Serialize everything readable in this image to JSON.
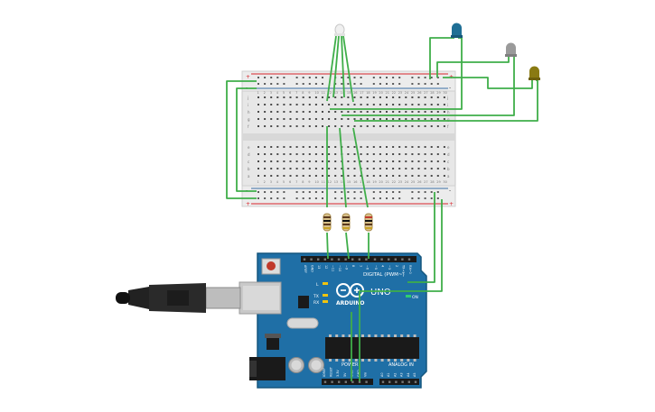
{
  "colors": {
    "wire": "#3fae49",
    "board": "#1f6fa6",
    "board_edge": "#15577f",
    "breadboard": "#e6e6e6",
    "rail_red": "#d8252b",
    "rail_blue": "#3a6ea5",
    "led_blue": "#1f6f95",
    "led_gray": "#9a9a9a",
    "led_yellow": "#8a7a12",
    "cable": "#222222"
  },
  "icons": {
    "arduino_logo": "infinity-logo-icon",
    "usb": "usb-cable-icon"
  },
  "arduino": {
    "digital_label": "DIGITAL (PWM~)",
    "brand": "ARDUINO",
    "model": "UNO",
    "power_label": "POWER",
    "analog_label": "ANALOG IN",
    "on_label": "ON",
    "tx_label": "TX",
    "rx_label": "RX",
    "l_label": "L",
    "digital_pins": [
      "AREF",
      "GND",
      "13",
      "12",
      "~11",
      "~10",
      "~9",
      "8",
      "7",
      "~6",
      "~5",
      "4",
      "~3",
      "2",
      "TX→1",
      "RX←0"
    ],
    "power_pins": [
      "IOREF",
      "RESET",
      "3.3V",
      "5V",
      "GND",
      "GND",
      "Vin"
    ],
    "analog_pins": [
      "A0",
      "A1",
      "A2",
      "A3",
      "A4",
      "A5"
    ]
  },
  "breadboard": {
    "row_letters_top": [
      "j",
      "i",
      "h",
      "g",
      "f"
    ],
    "row_letters_bottom": [
      "e",
      "d",
      "c",
      "b",
      "a"
    ],
    "column_numbers": [
      "1",
      "2",
      "3",
      "4",
      "5",
      "6",
      "7",
      "8",
      "9",
      "10",
      "11",
      "12",
      "13",
      "14",
      "15",
      "16",
      "17",
      "18",
      "19",
      "20",
      "21",
      "22",
      "23",
      "24",
      "25",
      "26",
      "27",
      "28",
      "29",
      "30"
    ],
    "rail_plus": "+",
    "rail_minus": "-"
  }
}
